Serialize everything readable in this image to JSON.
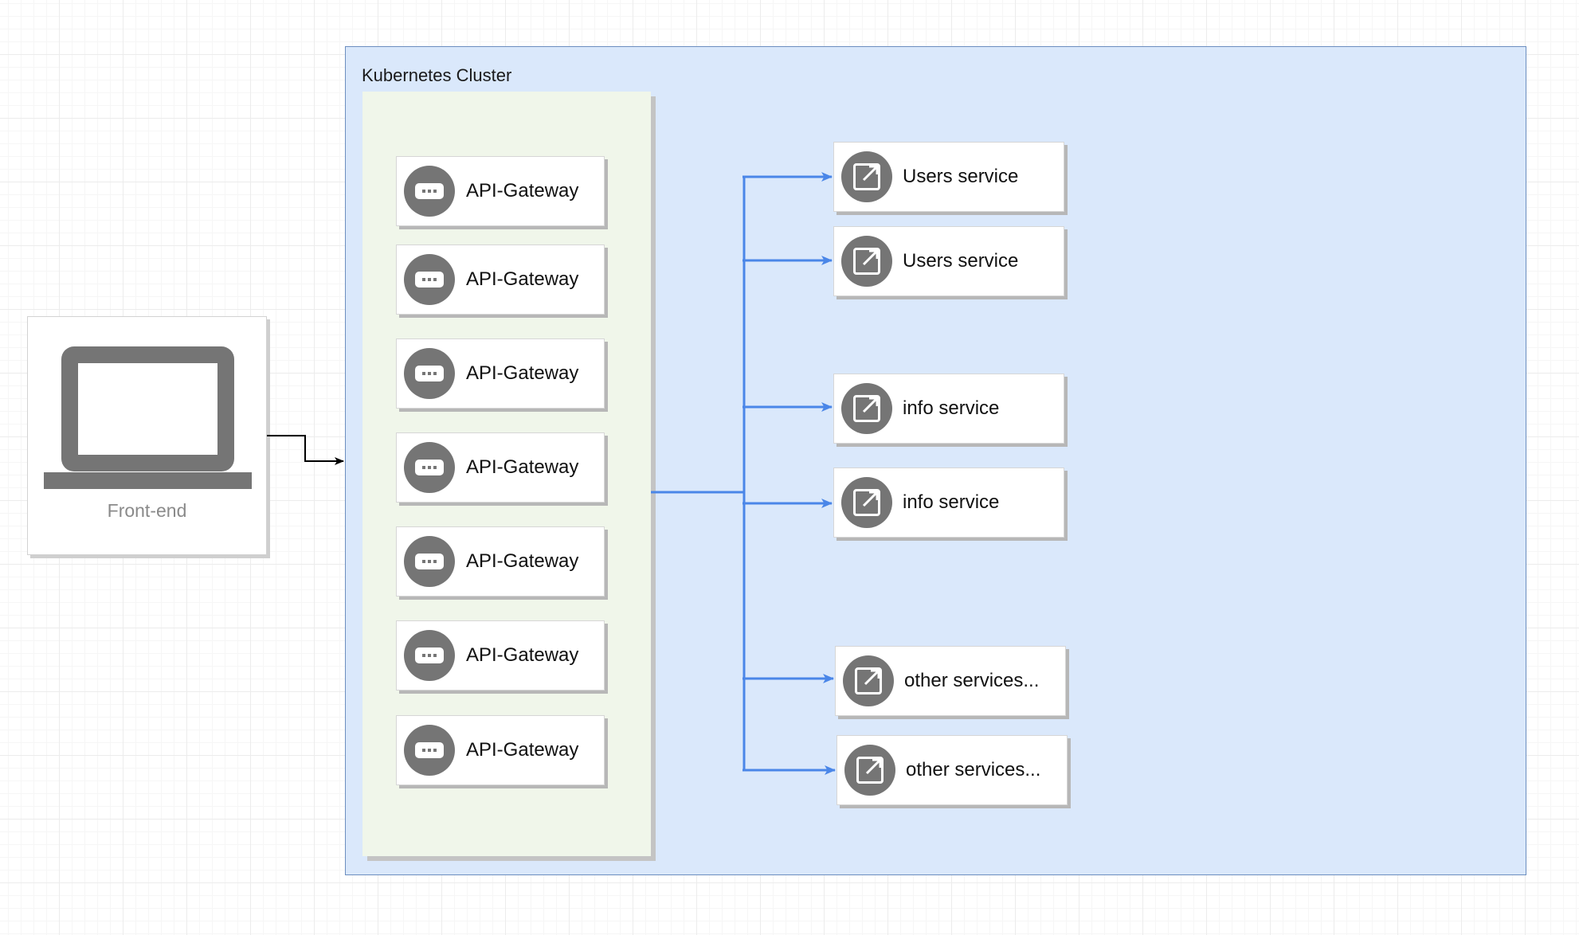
{
  "frontend": {
    "label": "Front-end",
    "icon": "laptop-icon"
  },
  "cluster": {
    "title": "Kubernetes Cluster",
    "fill_color": "#dae8fb",
    "border_color": "#6c8ebf"
  },
  "gateway_panel": {
    "fill_color": "#f0f6ea"
  },
  "gateways": [
    {
      "label": "API-Gateway",
      "icon": "more-horiz-icon"
    },
    {
      "label": "API-Gateway",
      "icon": "more-horiz-icon"
    },
    {
      "label": "API-Gateway",
      "icon": "more-horiz-icon"
    },
    {
      "label": "API-Gateway",
      "icon": "more-horiz-icon"
    },
    {
      "label": "API-Gateway",
      "icon": "more-horiz-icon"
    },
    {
      "label": "API-Gateway",
      "icon": "more-horiz-icon"
    },
    {
      "label": "API-Gateway",
      "icon": "more-horiz-icon"
    }
  ],
  "services": [
    {
      "label": "Users service",
      "icon": "external-link-icon"
    },
    {
      "label": "Users service",
      "icon": "external-link-icon"
    },
    {
      "label": "info service",
      "icon": "external-link-icon"
    },
    {
      "label": "info service",
      "icon": "external-link-icon"
    },
    {
      "label": "other services...",
      "icon": "external-link-icon"
    },
    {
      "label": "other services...",
      "icon": "external-link-icon"
    }
  ],
  "connectors": {
    "frontend_to_cluster_color": "#000000",
    "gateway_to_services_color": "#4a86e8"
  }
}
